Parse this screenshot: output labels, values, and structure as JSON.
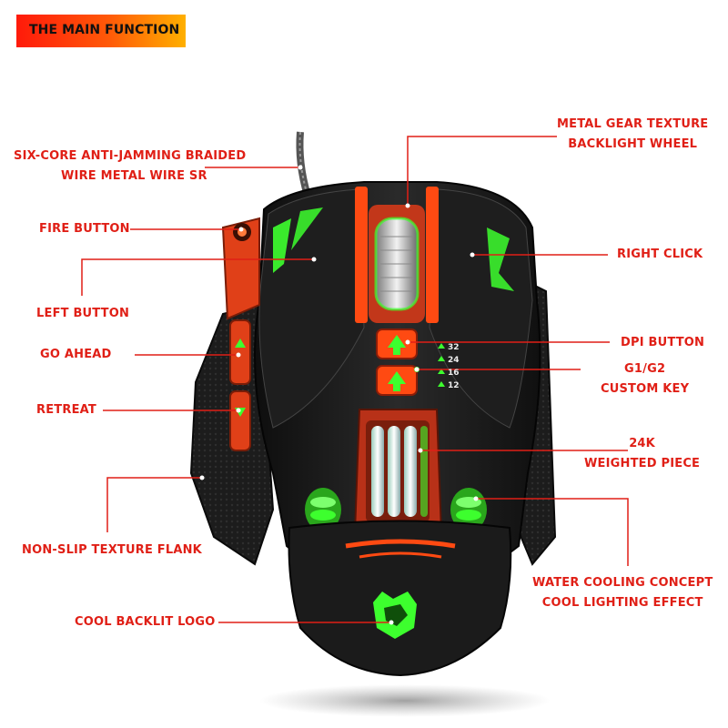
{
  "header": {
    "title": "THE MAIN FUNCTION"
  },
  "colors": {
    "label": "#e01f16",
    "accent_orange": "#ff4a12",
    "backlight_green": "#3dff2e",
    "mouse_body": "#1a1a1a"
  },
  "labels": {
    "braided_wire": [
      "SIX-CORE ANTI-JAMMING BRAIDED",
      "WIRE METAL WIRE SR"
    ],
    "metal_gear": [
      "METAL GEAR TEXTURE",
      "BACKLIGHT WHEEL"
    ],
    "fire_button": "FIRE BUTTON",
    "right_click": "RIGHT CLICK",
    "left_button": "LEFT BUTTON",
    "go_ahead": "GO AHEAD",
    "dpi_button": "DPI BUTTON",
    "custom_key": [
      "G1/G2",
      "CUSTOM KEY"
    ],
    "retreat": "RETREAT",
    "weighted_piece": [
      "24K",
      "WEIGHTED PIECE"
    ],
    "non_slip": "NON-SLIP TEXTURE FLANK",
    "water_cooling": [
      "WATER COOLING CONCEPT",
      "COOL LIGHTING EFFECT"
    ],
    "backlit_logo": "COOL BACKLIT LOGO"
  },
  "dpi_levels": [
    "32",
    "24",
    "16",
    "12"
  ],
  "icons": [
    "mouse-product-image",
    "dpi-arrow-icon",
    "wolf-logo-icon",
    "fire-button-logo-icon"
  ]
}
